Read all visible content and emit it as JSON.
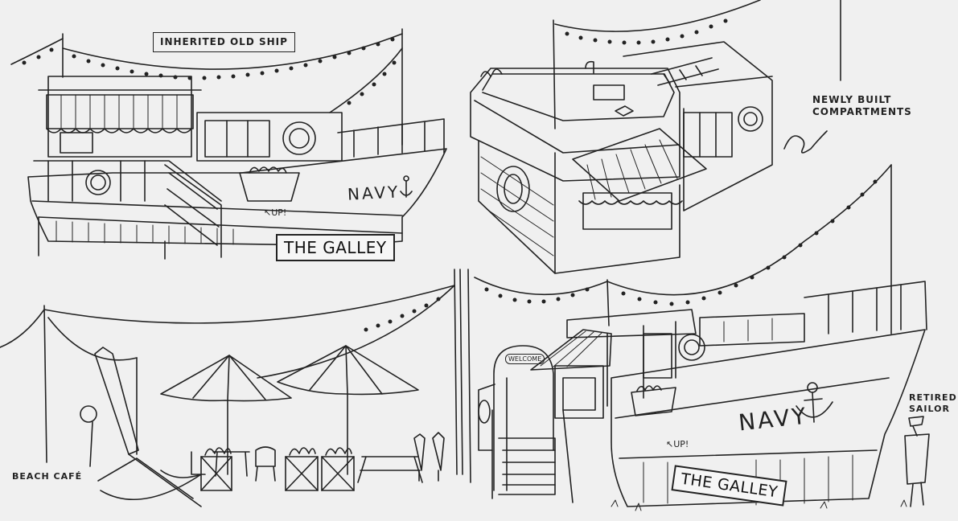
{
  "labels": {
    "inherited_old_ship": "INHERITED OLD SHIP",
    "newly_built_compartments": "NEWLY BUILT COMPARTMENTS",
    "beach_cafe": "BEACH CAFÉ",
    "retired_sailor": "RETIRED SAILOR"
  },
  "signs": {
    "galley_top": "THE GALLEY",
    "galley_bottom": "THE GALLEY",
    "welcome": "WELCOME"
  },
  "hull_text": {
    "navy_top": "NAVY",
    "navy_bottom": "NAVY",
    "up_top": "↖UP!",
    "up_bottom": "↖UP!"
  },
  "colors": {
    "background": "#f0f0f0",
    "ink": "#222222"
  }
}
